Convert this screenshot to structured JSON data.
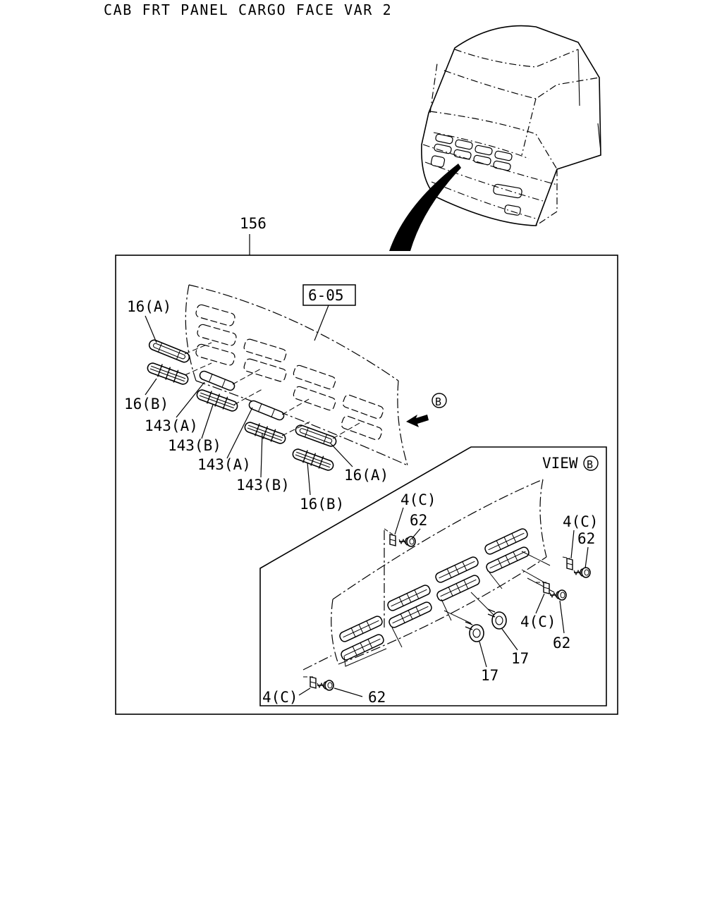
{
  "title": "CAB FRT PANEL CARGO FACE VAR 2",
  "callouts": {
    "assembly": "156",
    "ref_box": "6-05",
    "view_marker": "B",
    "view_label": "VIEW",
    "upper": {
      "grille_a_left": "16(A)",
      "grille_b_left": "16(B)",
      "insert_a_1": "143(A)",
      "insert_b_1": "143(B)",
      "insert_a_2": "143(A)",
      "insert_b_2": "143(B)",
      "grille_b_right": "16(B)",
      "grille_a_right": "16(A)"
    },
    "view_b": {
      "clip_top": "4(C)",
      "bolt_top": "62",
      "clip_right_top": "4(C)",
      "bolt_right_top": "62",
      "clip_right_mid": "4(C)",
      "bolt_right_mid": "62",
      "fastener_right": "17",
      "fastener_left": "17",
      "clip_bottom": "4(C)",
      "bolt_bottom": "62"
    }
  }
}
